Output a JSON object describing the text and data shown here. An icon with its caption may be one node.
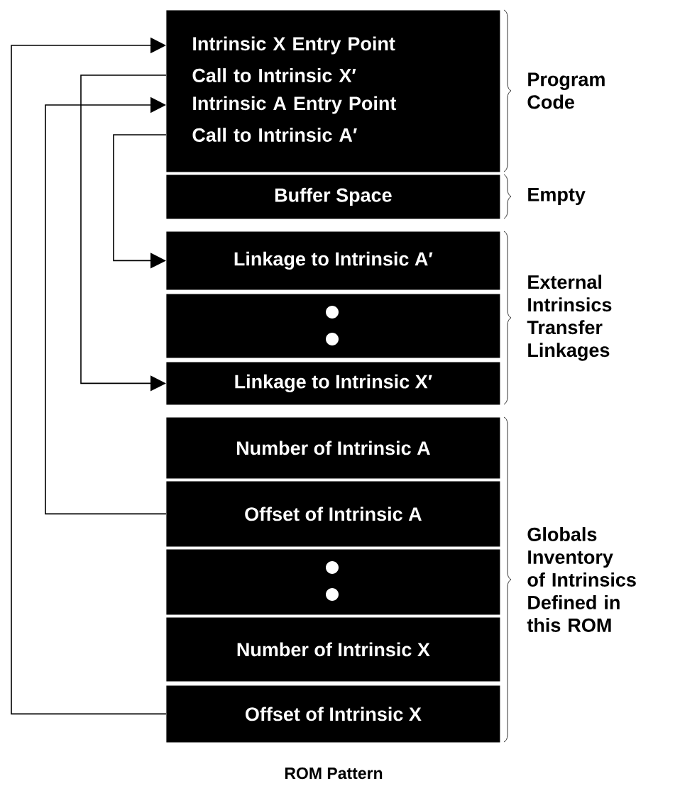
{
  "diagram": {
    "caption": "ROM Pattern",
    "nodes": [
      {
        "text": [],
        "shape": "box"
      },
      {
        "text": [
          "Intrinsic X Entry Point"
        ],
        "in": 0
      },
      {
        "text": [
          "Call to Intrinsic X′"
        ],
        "in": 0
      },
      {
        "text": [
          "Intrinsic A Entry Point"
        ],
        "in": 0
      },
      {
        "text": [
          "Call to Intrinsic A′"
        ],
        "in": 0
      },
      {
        "text": [
          "Buffer Space"
        ]
      },
      {
        "text": [
          "Linkage to Intrinsic A′"
        ]
      },
      {
        "text": [],
        "shape": "box"
      },
      {
        "text": [
          "Linkage to Intrinsic X′"
        ]
      },
      {
        "text": [
          "Number of Intrinsic A"
        ]
      },
      {
        "text": [
          "Offset of Intrinsic A"
        ]
      },
      {
        "text": [],
        "shape": "box"
      },
      {
        "text": [
          "Number of Intrinsic X"
        ]
      },
      {
        "text": [
          "Offset of Intrinsic X"
        ]
      }
    ],
    "edges": [
      {
        "from": 13,
        "to": 1,
        "arrow": "to"
      },
      {
        "from": 10,
        "to": 3,
        "arrow": "to"
      },
      {
        "from": 2,
        "to": 8,
        "arrow": "to"
      },
      {
        "from": 4,
        "to": 6,
        "arrow": "to"
      }
    ],
    "labels": [
      "Program Code",
      "Empty",
      "External Intrinsics Transfer Linkages",
      "Globals Inventory of Intrinsics Defined in this ROM"
    ]
  }
}
